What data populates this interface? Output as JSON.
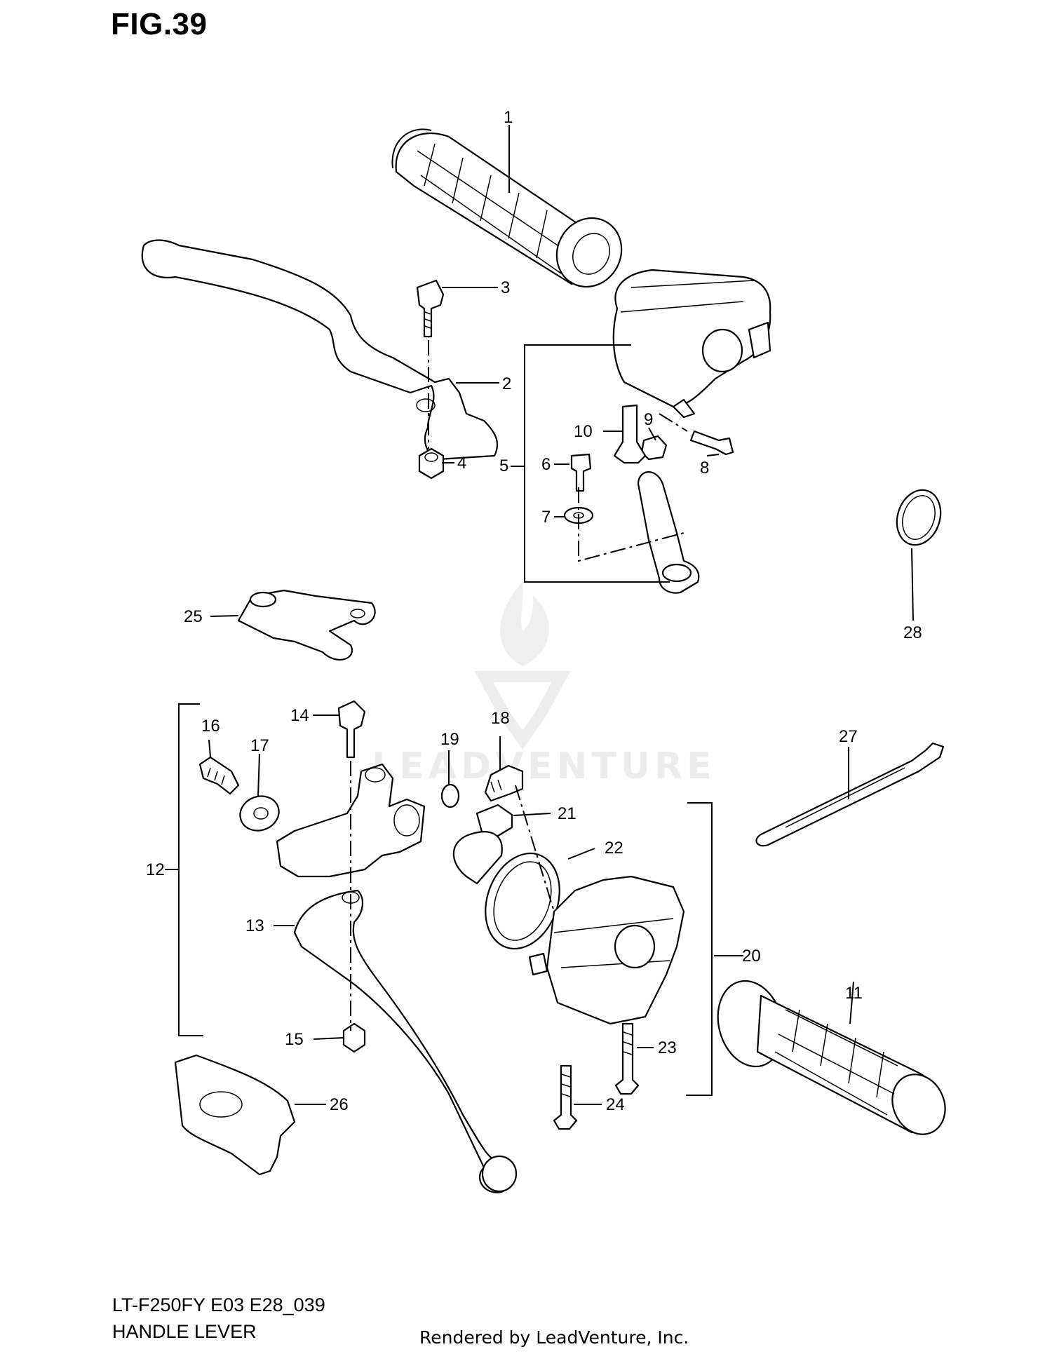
{
  "figure": {
    "title": "FIG.39",
    "model_code": "LT-F250FY E03 E28_039",
    "section_name": "HANDLE LEVER",
    "render_credit": "Rendered by LeadVenture, Inc.",
    "watermark": "LEADVENTURE"
  },
  "parts": [
    {
      "id": "p1",
      "label": "1"
    },
    {
      "id": "p2",
      "label": "2"
    },
    {
      "id": "p3",
      "label": "3"
    },
    {
      "id": "p4",
      "label": "4"
    },
    {
      "id": "p5",
      "label": "5"
    },
    {
      "id": "p6",
      "label": "6"
    },
    {
      "id": "p7",
      "label": "7"
    },
    {
      "id": "p8",
      "label": "8"
    },
    {
      "id": "p9",
      "label": "9"
    },
    {
      "id": "p10",
      "label": "10"
    },
    {
      "id": "p11",
      "label": "11"
    },
    {
      "id": "p12",
      "label": "12"
    },
    {
      "id": "p13",
      "label": "13"
    },
    {
      "id": "p14",
      "label": "14"
    },
    {
      "id": "p15",
      "label": "15"
    },
    {
      "id": "p16",
      "label": "16"
    },
    {
      "id": "p17",
      "label": "17"
    },
    {
      "id": "p18",
      "label": "18"
    },
    {
      "id": "p19",
      "label": "19"
    },
    {
      "id": "p20",
      "label": "20"
    },
    {
      "id": "p21",
      "label": "21"
    },
    {
      "id": "p22",
      "label": "22"
    },
    {
      "id": "p23",
      "label": "23"
    },
    {
      "id": "p24",
      "label": "24"
    },
    {
      "id": "p25",
      "label": "25"
    },
    {
      "id": "p26",
      "label": "26"
    },
    {
      "id": "p27",
      "label": "27"
    },
    {
      "id": "p28",
      "label": "28"
    }
  ]
}
